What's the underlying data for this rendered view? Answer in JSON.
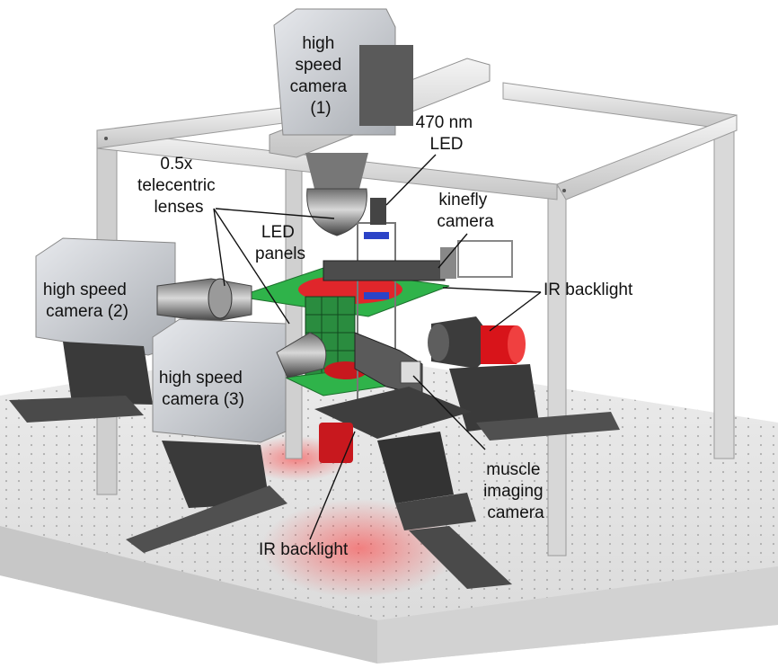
{
  "labels": {
    "cam1_l1": "high",
    "cam1_l2": "speed",
    "cam1_l3": "camera",
    "cam1_l4": "(1)",
    "led470_l1": "470 nm",
    "led470_l2": "LED",
    "lens_l1": "0.5x",
    "lens_l2": "telecentric",
    "lens_l3": "lenses",
    "kinefly_l1": "kinefly",
    "kinefly_l2": "camera",
    "ledpanels_l1": "LED",
    "ledpanels_l2": "panels",
    "irback_right": "IR backlight",
    "cam2_l1": "high speed",
    "cam2_l2": "camera (2)",
    "cam3_l1": "high speed",
    "cam3_l2": "camera (3)",
    "muscle_l1": "muscle",
    "muscle_l2": "imaging",
    "muscle_l3": "camera",
    "irback_bottom": "IR backlight"
  },
  "colors": {
    "table": "#dcdcdc",
    "frame": "#d6d6d6",
    "camera_body": "#c9ccd1",
    "dark_metal": "#4a4a4a",
    "led_green": "#2fb34a",
    "ir_red": "#d8141a"
  }
}
